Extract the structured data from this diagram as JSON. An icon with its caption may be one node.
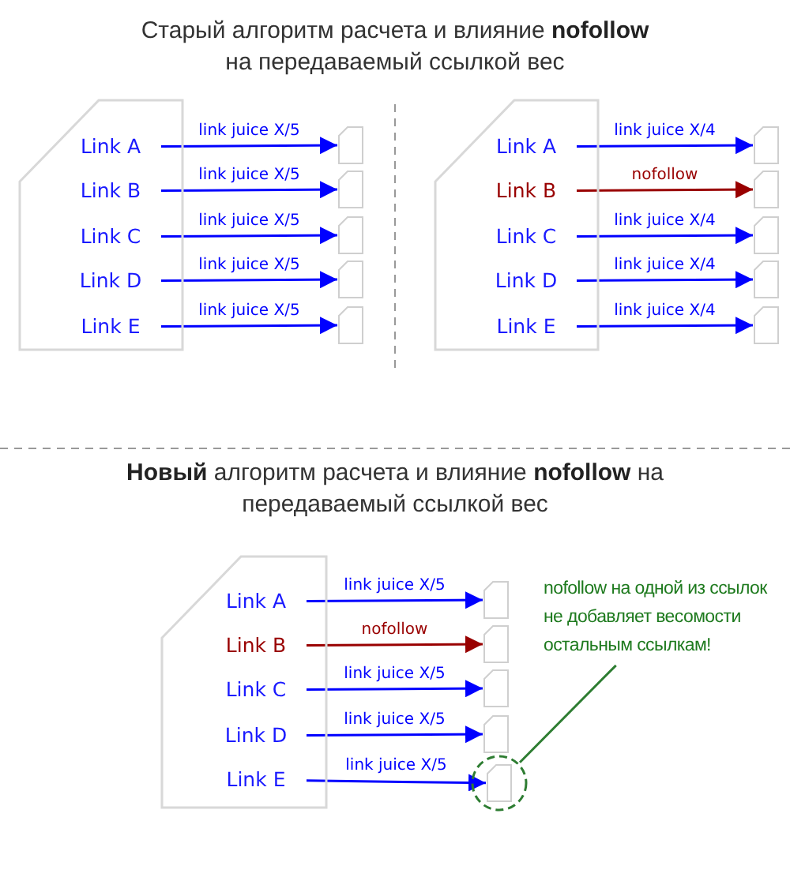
{
  "diagram": {
    "title": "Старый алгоритм расчета и влияние **nofollow** на передаваемый ссылкой вес",
    "nodes": [
      {
        "text": [],
        "shape": "box"
      },
      {
        "text": [
          "Link A"
        ],
        "in": 0
      },
      {
        "text": [
          "Link B"
        ],
        "in": 0
      },
      {
        "text": [
          "Link C"
        ],
        "in": 0
      },
      {
        "text": [
          "Link D"
        ],
        "in": 0
      },
      {
        "text": [
          "Link E"
        ],
        "in": 0
      },
      {
        "text": [],
        "shape": "box"
      },
      {
        "text": [],
        "shape": "box"
      },
      {
        "text": [],
        "shape": "box"
      },
      {
        "text": [],
        "shape": "box"
      },
      {
        "text": [],
        "shape": "box"
      },
      {
        "text": [],
        "shape": "box"
      },
      {
        "text": [
          "Link A"
        ],
        "in": 11
      },
      {
        "text": [
          "Link B"
        ],
        "in": 11
      },
      {
        "text": [
          "Link C"
        ],
        "in": 11
      },
      {
        "text": [
          "Link D"
        ],
        "in": 11
      },
      {
        "text": [
          "Link E"
        ],
        "in": 11
      },
      {
        "text": [],
        "shape": "box"
      },
      {
        "text": [],
        "shape": "box"
      },
      {
        "text": [],
        "shape": "box"
      },
      {
        "text": [],
        "shape": "box"
      },
      {
        "text": [],
        "shape": "box"
      },
      {
        "text": [],
        "shape": "box"
      },
      {
        "text": [
          "Link A"
        ],
        "in": 22
      },
      {
        "text": [
          "Link B"
        ],
        "in": 22
      },
      {
        "text": [
          "Link C"
        ],
        "in": 22
      },
      {
        "text": [
          "Link D"
        ],
        "in": 22
      },
      {
        "text": [
          "Link E"
        ],
        "in": 22
      },
      {
        "text": [],
        "shape": "box"
      },
      {
        "text": [],
        "shape": "box"
      },
      {
        "text": [],
        "shape": "box"
      },
      {
        "text": [],
        "shape": "box"
      },
      {
        "text": [
          "nofollow на одной из ссылок не добавляет весомости остальным ссылкам!"
        ]
      },
      {
        "text": [],
        "shape": "circle"
      },
      {
        "text": [],
        "shape": "box",
        "in": 33
      }
    ],
    "edges": [
      {
        "from": 1,
        "to": 6,
        "arrow": "to",
        "label": "link juice X/5"
      },
      {
        "from": 2,
        "to": 7,
        "arrow": "to",
        "label": "link juice X/5"
      },
      {
        "from": 3,
        "to": 8,
        "arrow": "to",
        "label": "link juice X/5"
      },
      {
        "from": 4,
        "to": 9,
        "arrow": "to",
        "label": "link juice X/5"
      },
      {
        "from": 5,
        "to": 10,
        "arrow": "to",
        "label": "link juice X/5"
      },
      {
        "from": 12,
        "to": 17,
        "arrow": "to",
        "label": "link juice X/4"
      },
      {
        "from": 13,
        "to": 18,
        "arrow": "to",
        "label": "nofollow",
        "color": "#990000"
      },
      {
        "from": 14,
        "to": 19,
        "arrow": "to",
        "label": "link juice X/4"
      },
      {
        "from": 15,
        "to": 20,
        "arrow": "to",
        "label": "link juice X/4"
      },
      {
        "from": 16,
        "to": 21,
        "arrow": "to",
        "label": "link juice X/4"
      },
      {
        "from": 23,
        "to": 28,
        "arrow": "to",
        "label": "link juice X/5"
      },
      {
        "from": 24,
        "to": 29,
        "arrow": "to",
        "label": "nofollow",
        "color": "#990000"
      },
      {
        "from": 25,
        "to": 30,
        "arrow": "to",
        "label": "link juice X/5"
      },
      {
        "from": 26,
        "to": 31,
        "arrow": "to",
        "label": "link juice X/5"
      },
      {
        "from": 27,
        "to": 34,
        "arrow": "to",
        "label": "link juice X/5"
      },
      {
        "from": 32,
        "to": 33,
        "arrow": "none",
        "color": "#2e7d32"
      }
    ],
    "labels": [
      "**Новый** алгоритм расчета и влияние **nofollow** на передаваемый ссылкой вес"
    ]
  }
}
